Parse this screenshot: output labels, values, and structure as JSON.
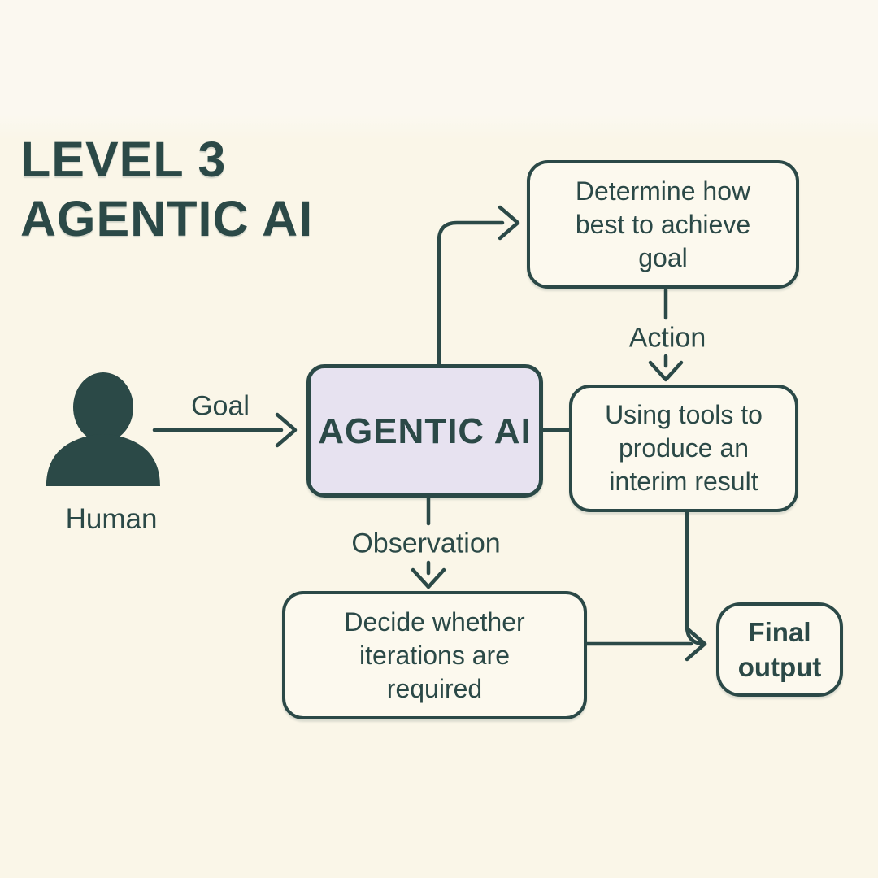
{
  "diagram": {
    "title_lines": [
      "LEVEL 3",
      "AGENTIC AI"
    ],
    "actor": {
      "label": "Human"
    },
    "nodes": {
      "agentic_ai": {
        "label": "AGENTIC AI"
      },
      "determine": {
        "label_lines": [
          "Determine how",
          "best to achieve",
          "goal"
        ]
      },
      "using_tools": {
        "label_lines": [
          "Using tools to",
          "produce an",
          "interim result"
        ]
      },
      "decide": {
        "label_lines": [
          "Decide whether",
          "iterations are",
          "required"
        ]
      },
      "final_output": {
        "label_lines": [
          "Final",
          "output"
        ]
      }
    },
    "edges": {
      "goal": {
        "label": "Goal"
      },
      "action": {
        "label": "Action"
      },
      "observation": {
        "label": "Observation"
      }
    },
    "colors": {
      "background": "#faf6e8",
      "ink": "#2b4947",
      "agentic_fill": "#e7e2f0",
      "node_fill": "#fcf9ee"
    }
  }
}
